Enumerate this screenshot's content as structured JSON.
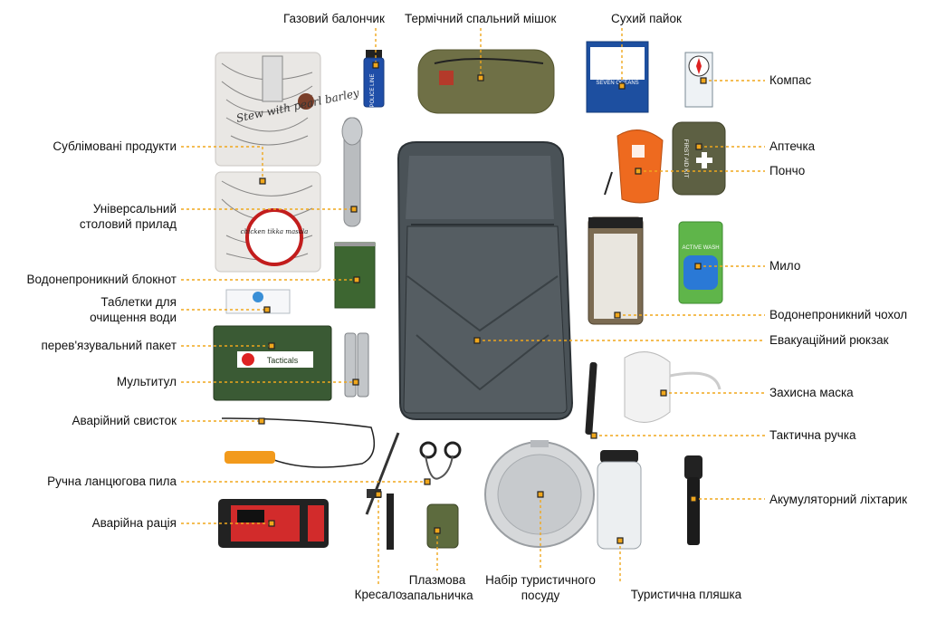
{
  "labels": {
    "gas_canister": "Газовий балончик",
    "sleeping_bag": "Термічний спальний мішок",
    "dry_ration": "Сухий пайок",
    "compass": "Компас",
    "freeze_dried": "Сублімовані продукти",
    "utensil_line1": "Універсальний",
    "utensil_line2": "столовий прилад",
    "first_aid": "Аптечка",
    "poncho": "Пончо",
    "notebook": "Водонепроникний блокнот",
    "tablets_line1": "Таблетки для",
    "tablets_line2": "очищення води",
    "soap": "Мило",
    "waterproof_case": "Водонепроникний чохол",
    "bandage": "перев'язувальний пакет",
    "backpack": "Евакуаційний рюкзак",
    "multitool": "Мультитул",
    "mask": "Захисна маска",
    "whistle": "Аварійний свисток",
    "tactical_pen": "Тактична ручка",
    "chain_saw": "Ручна ланцюгова пила",
    "flashlight": "Акумуляторний ліхтарик",
    "radio": "Аварійна рація",
    "firesteel": "Кресало",
    "lighter_line1": "Плазмова",
    "lighter_line2": "запальничка",
    "cookware_line1": "Набір туристичного",
    "cookware_line2": "посуду",
    "bottle": "Туристична пляшка"
  },
  "product_text": {
    "food_pouch_1": "Stew with pearl barley",
    "food_pouch_2": "chicken tikka masala",
    "pepper_spray": "POLICE LINE",
    "ration_brand": "SEVEN OCEANS",
    "first_aid_kit": "FIRST AID KIT",
    "soap_brand": "ACTIVE WASH",
    "bandage_brand": "Tacticals"
  },
  "colors": {
    "leader": "#f0a71c",
    "backpack": "#4a5257",
    "olive": "#6f7046",
    "orange": "#ee6a1f",
    "green_kit": "#3a5a34",
    "radio_red": "#d22b2b"
  }
}
